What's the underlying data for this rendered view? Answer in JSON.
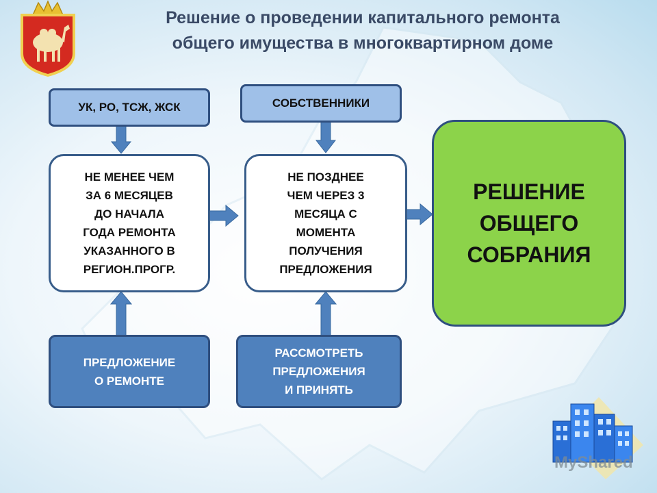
{
  "title": {
    "line1": "Решение о проведении капитального ремонта",
    "line2": "общего имущества в многоквартирном доме"
  },
  "boxes": {
    "uk": "УК, РО, ТСЖ, ЖСК",
    "owners": "СОБСТВЕННИКИ",
    "deadline1": [
      "НЕ МЕНЕЕ ЧЕМ",
      "ЗА 6 МЕСЯЦЕВ",
      "ДО НАЧАЛА",
      "ГОДА РЕМОНТА",
      "УКАЗАННОГО В",
      "РЕГИОН.ПРОГР."
    ],
    "deadline2": [
      "НЕ ПОЗДНЕЕ",
      "ЧЕМ ЧЕРЕЗ 3",
      "МЕСЯЦА С",
      "МОМЕНТА",
      "ПОЛУЧЕНИЯ",
      "ПРЕДЛОЖЕНИЯ"
    ],
    "proposal": [
      "ПРЕДЛОЖЕНИЕ",
      "О РЕМОНТЕ"
    ],
    "review": [
      "РАССМОТРЕТЬ",
      "ПРЕДЛОЖЕНИЯ",
      "И ПРИНЯТЬ"
    ],
    "decision": [
      "РЕШЕНИЕ",
      "ОБЩЕГО",
      "СОБРАНИЯ"
    ]
  },
  "watermark": "MyShared",
  "icons": [
    "coat-of-arms-icon",
    "buildings-icon"
  ],
  "colors": {
    "light_box": "#9fc0e8",
    "dark_box": "#4f81bd",
    "green_box": "#8cd34a",
    "arrow": "#4f81bd",
    "border": "#2f4f7f"
  }
}
